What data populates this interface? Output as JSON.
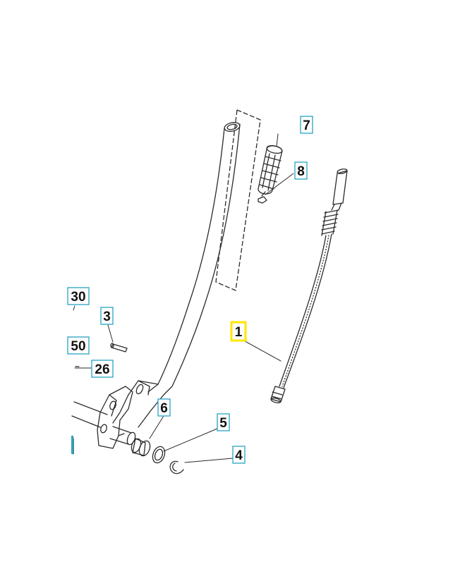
{
  "colors": {
    "line": "#2b2b2b",
    "callout_box": "#27a3c4",
    "callout_highlight": "#ffe600",
    "background": "#ffffff"
  },
  "callouts": {
    "c1": "1",
    "c3": "3",
    "c4": "4",
    "c5": "5",
    "c6": "6",
    "c7": "7",
    "c8": "8",
    "c26": "26",
    "c30": "30",
    "c50": "50"
  },
  "highlighted_callout": "1"
}
